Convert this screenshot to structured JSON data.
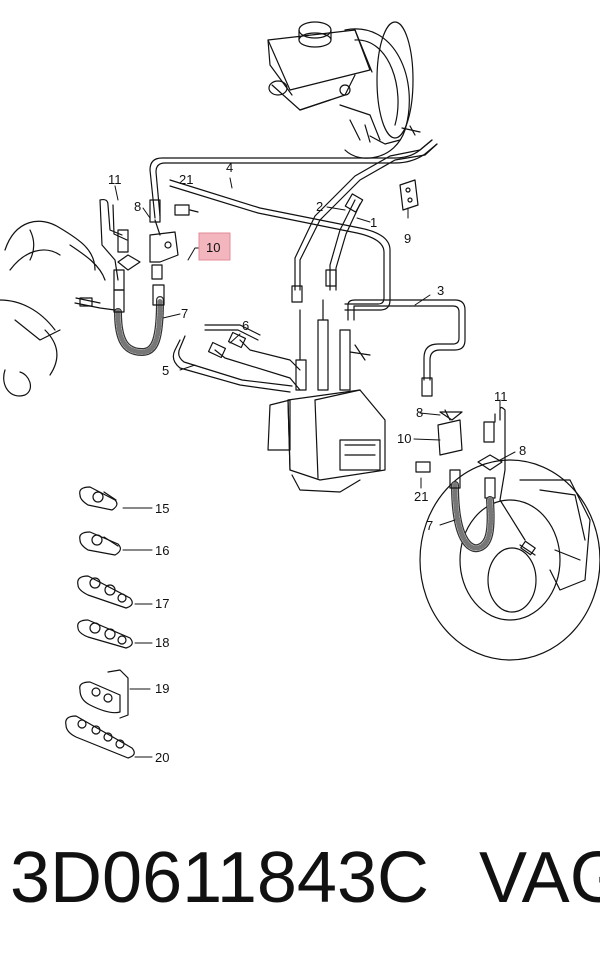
{
  "callouts": {
    "c1": "1",
    "c2": "2",
    "c3": "3",
    "c4": "4",
    "c5": "5",
    "c6": "6",
    "c7a": "7",
    "c7b": "7",
    "c8a": "8",
    "c8b": "8",
    "c8c": "8",
    "c9": "9",
    "c10a": "10",
    "c10b": "10",
    "c11a": "11",
    "c11b": "11",
    "c15": "15",
    "c16": "16",
    "c17": "17",
    "c18": "18",
    "c19": "19",
    "c20": "20",
    "c21a": "21",
    "c21b": "21"
  },
  "highlight_color": "#f4b6be",
  "footer": {
    "part_number": "3D0611843C",
    "brand": "VAG"
  }
}
